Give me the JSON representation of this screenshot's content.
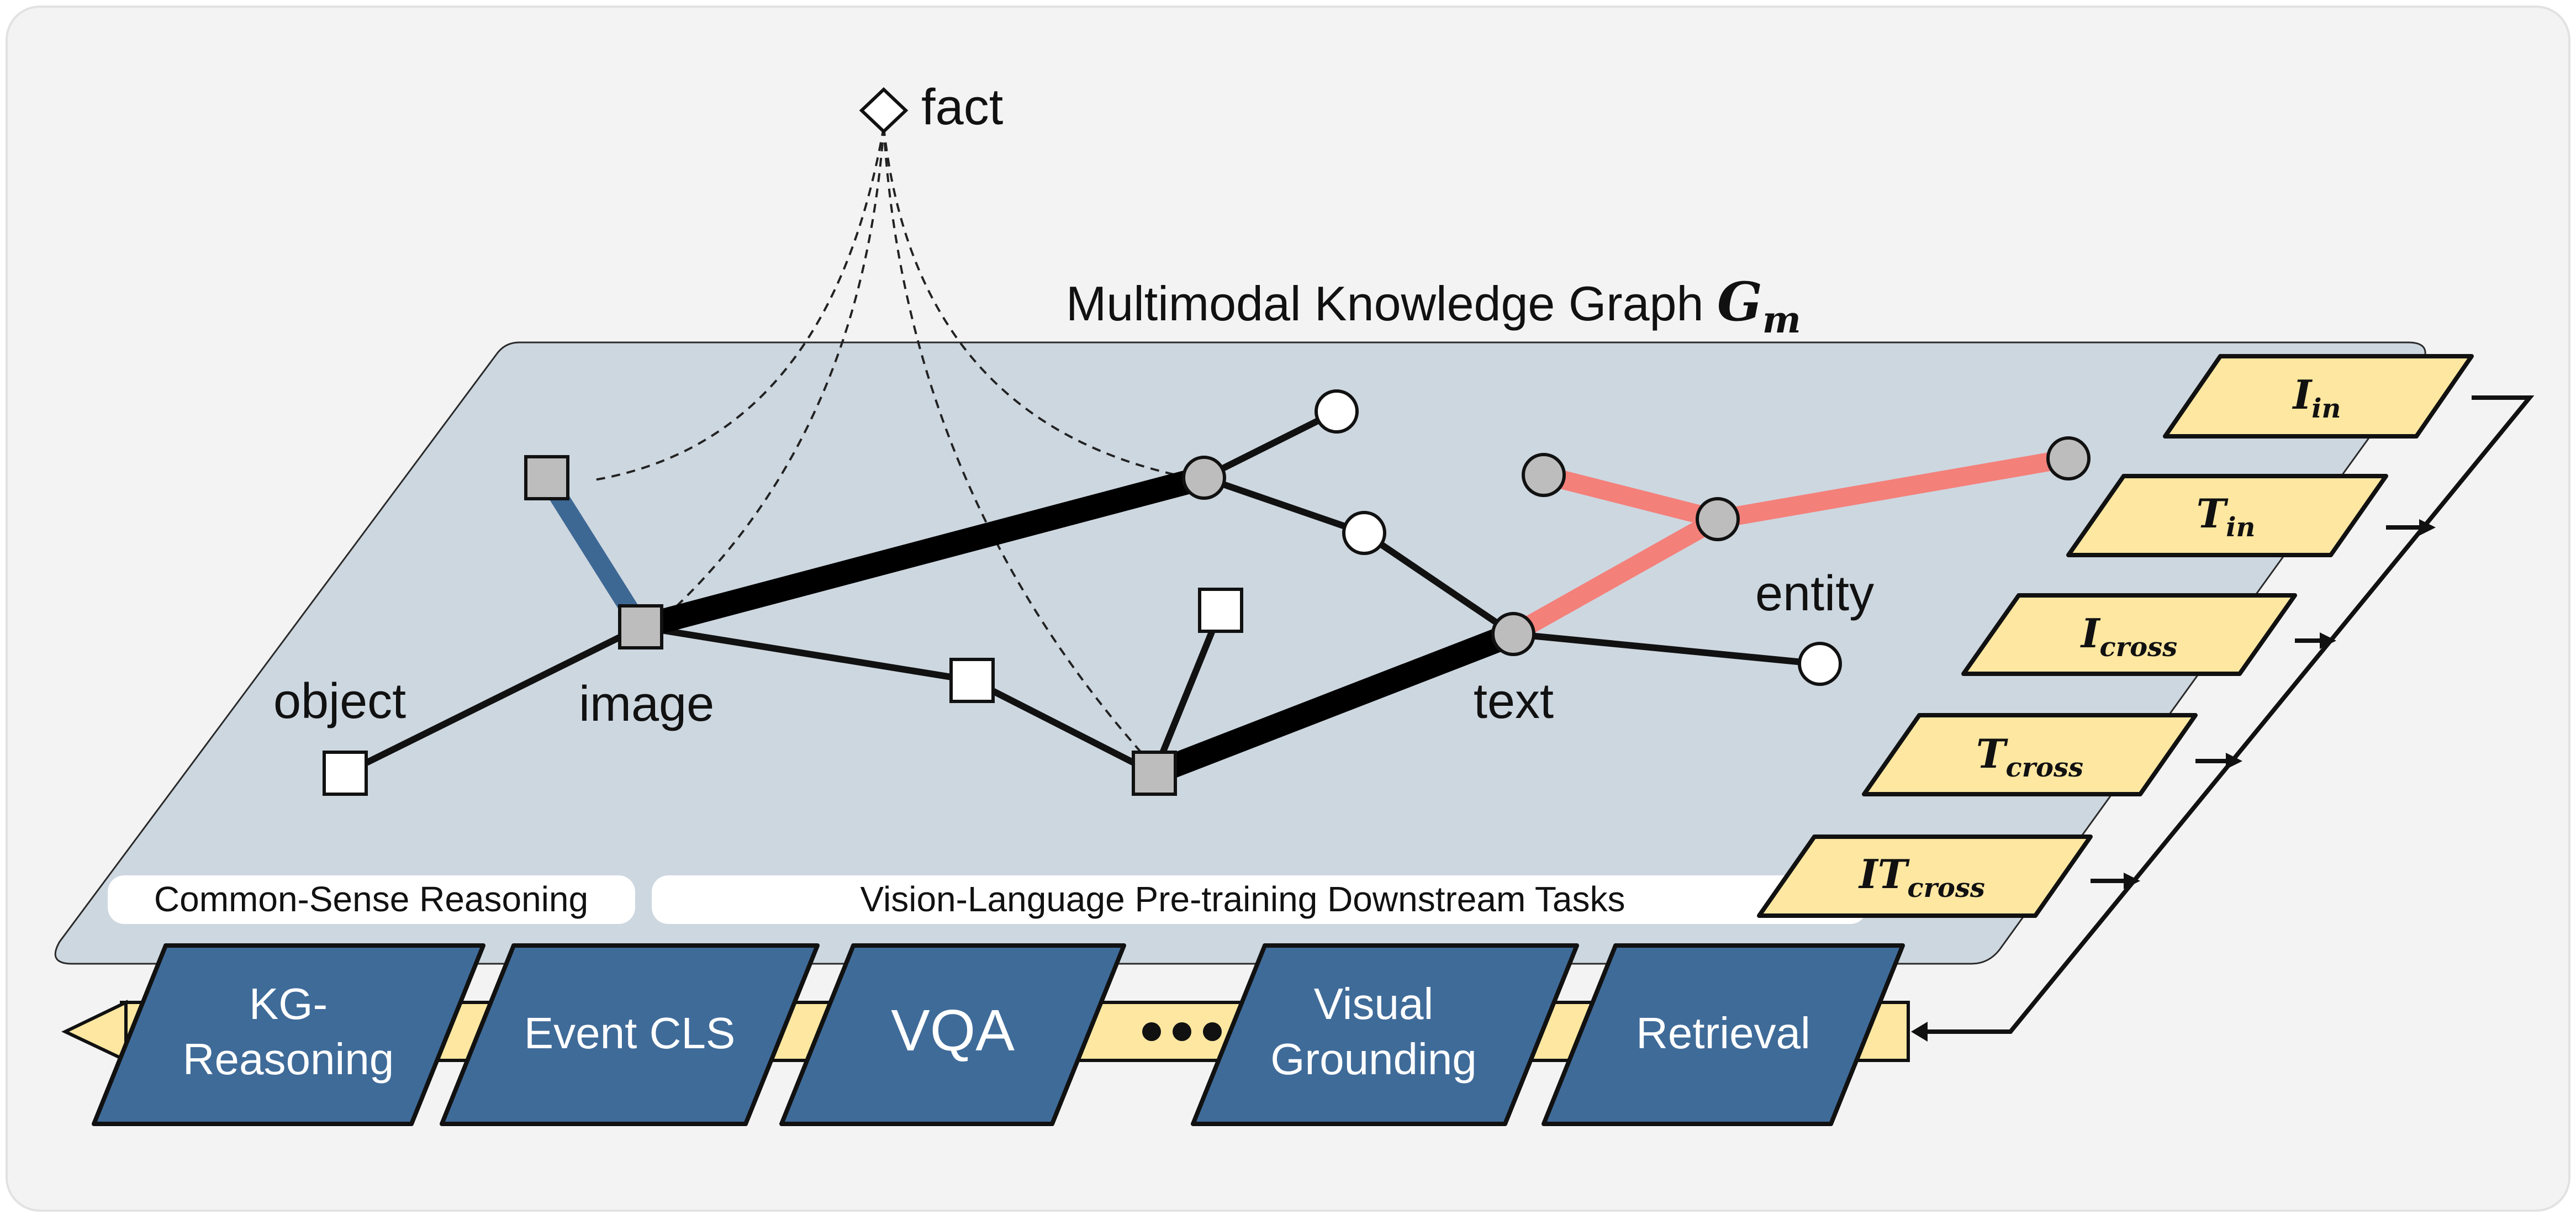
{
  "title": {
    "text": "Multimodal Knowledge Graph ",
    "symbol": "G",
    "symbol_sub": "m"
  },
  "fact": {
    "label": "fact"
  },
  "node_labels": {
    "object": "object",
    "image": "image",
    "text": "text",
    "entity": "entity"
  },
  "section_labels": {
    "common_sense": "Common-Sense Reasoning",
    "vlp_downstream": "Vision-Language Pre-training Downstream Tasks"
  },
  "objectives": [
    {
      "base": "I",
      "sub": "in"
    },
    {
      "base": "T",
      "sub": "in"
    },
    {
      "base": "I",
      "sub": "cross"
    },
    {
      "base": "T",
      "sub": "cross"
    },
    {
      "base": "IT",
      "sub": "cross"
    }
  ],
  "tasks": [
    {
      "line1": "KG-",
      "line2": "Reasoning"
    },
    {
      "line1": "Event CLS",
      "line2": ""
    },
    {
      "line1": "VQA",
      "line2": ""
    },
    {
      "line1": "Visual",
      "line2": "Grounding"
    },
    {
      "line1": "Retrieval",
      "line2": ""
    }
  ],
  "colors": {
    "plane_fill": "#cdd7e0",
    "task_fill": "#3f6b99",
    "objective_fill": "#fde7a1",
    "highlight_red": "#f4807a",
    "highlight_blue": "#3e6894",
    "node_gray": "#bdbdbd",
    "outer_bg": "#f3f3f3"
  }
}
